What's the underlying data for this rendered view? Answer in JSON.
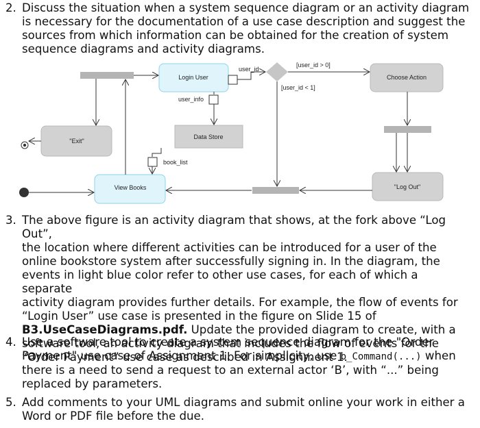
{
  "q2": {
    "number": "2.",
    "lines": [
      "Discuss the situation when a system sequence diagram or an activity diagram",
      "is necessary for the documentation of a use case description and suggest the",
      "sources from which information can be obtained for the creation of system",
      "sequence diagrams and activity diagrams."
    ]
  },
  "diagram": {
    "nodes": {
      "login_user": "Login User",
      "choose_action": "Choose Action",
      "exit": "\"Exit\"",
      "data_store": "Data Store",
      "view_books": "View Books",
      "log_out": "\"Log Out\""
    },
    "labels": {
      "user_id": "user_id",
      "user_info": "user_info",
      "guard_gt": "[user_id > 0]",
      "guard_lt": "[user_id < 1]",
      "book_list": "book_list"
    },
    "colors": {
      "use_case_fill": "#dff4fb",
      "use_case_border": "#8fd3ea",
      "action_fill": "#d2d2d2",
      "bar_fill": "#b4b4b4"
    }
  },
  "q3": {
    "number": "3.",
    "line1": "The above figure is an activity diagram that shows, at the fork above “Log Out”,",
    "line2": "the location where different activities can be introduced for a user of the",
    "line3": "online bookstore system after successfully signing in. In the diagram, the",
    "line4": "events in light blue color refer to other use cases, for each of which a separate",
    "line5": "activity diagram provides further details. For example, the flow of events for",
    "line6": "“Login User” use case is presented in the figure on Slide 15 of",
    "line7_bold": "B3.UseCaseDiagrams.pdf.",
    "line7_rest": " Update the provided diagram to create, with a",
    "line8": "software tool, an activity diagram that includes the flow of events for the",
    "line9": "“Order Payment” use case as described in Assignment 1."
  },
  "q4": {
    "number": "4.",
    "line1": "Use a software tool to create a system sequence diagram for the \"Order",
    "line2_pre": "Payment\" use case of Assignment 1. For simplicity, use ",
    "line2_code": "b_Command(...)",
    "line2_post": " when",
    "line3": "there is a need to send a request to an external actor ‘B’, with “...” being",
    "line4": "replaced by parameters."
  },
  "q5": {
    "number": "5.",
    "lines": [
      "Add comments to your UML diagrams and submit online your work in either a",
      "Word or PDF file before the due."
    ]
  }
}
